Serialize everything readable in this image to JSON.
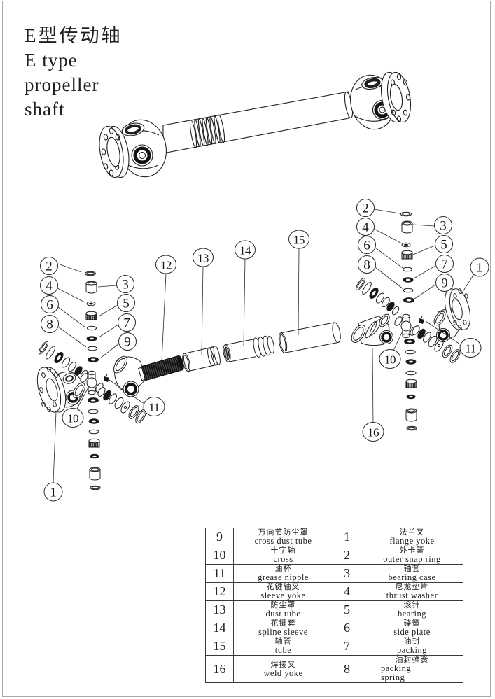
{
  "title": {
    "cn": "E型传动轴",
    "en1": "E type",
    "en2": "propeller",
    "en3": "shaft"
  },
  "callouts": {
    "left": {
      "c1": "1",
      "c2": "2",
      "c3": "3",
      "c4": "4",
      "c5": "5",
      "c6": "6",
      "c7": "7",
      "c8": "8",
      "c9": "9",
      "c10": "10",
      "c11": "11",
      "c12": "12"
    },
    "middle": {
      "c13": "13",
      "c14": "14",
      "c15": "15"
    },
    "right": {
      "c1": "1",
      "c2": "2",
      "c3": "3",
      "c4": "4",
      "c5": "5",
      "c6": "6",
      "c7": "7",
      "c8": "8",
      "c9": "9",
      "c10": "10",
      "c11": "11",
      "c16": "16"
    }
  },
  "parts_table": {
    "left_rows": [
      {
        "no": "9",
        "cn": "万向节防尘罩",
        "en": "cross dust tube"
      },
      {
        "no": "10",
        "cn": "十字轴",
        "en": "cross"
      },
      {
        "no": "11",
        "cn": "油杯",
        "en": "grease nipple"
      },
      {
        "no": "12",
        "cn": "花键轴叉",
        "en": "sleeve yoke"
      },
      {
        "no": "13",
        "cn": "防尘罩",
        "en": "dust tube"
      },
      {
        "no": "14",
        "cn": "花键套",
        "en": "spline sleeve"
      },
      {
        "no": "15",
        "cn": "轴管",
        "en": "tube"
      },
      {
        "no": "16",
        "cn": "焊接叉",
        "en": "weld yoke"
      }
    ],
    "right_rows": [
      {
        "no": "1",
        "cn": "法兰叉",
        "en": "flange yoke"
      },
      {
        "no": "2",
        "cn": "外卡簧",
        "en": "outer snap ring"
      },
      {
        "no": "3",
        "cn": "轴套",
        "en": "bearing case"
      },
      {
        "no": "4",
        "cn": "尼龙垫片",
        "en": "thrust washer"
      },
      {
        "no": "5",
        "cn": "滚针",
        "en": "bearing"
      },
      {
        "no": "6",
        "cn": "碟簧",
        "en": "side plate"
      },
      {
        "no": "7",
        "cn": "油封",
        "en": "packing"
      },
      {
        "no": "8",
        "cn": "油封弹簧",
        "en": "packing spring"
      }
    ]
  },
  "colors": {
    "line": "#1f1f1f",
    "dark_fill": "#161616",
    "page_border": "#a9a9a9"
  }
}
